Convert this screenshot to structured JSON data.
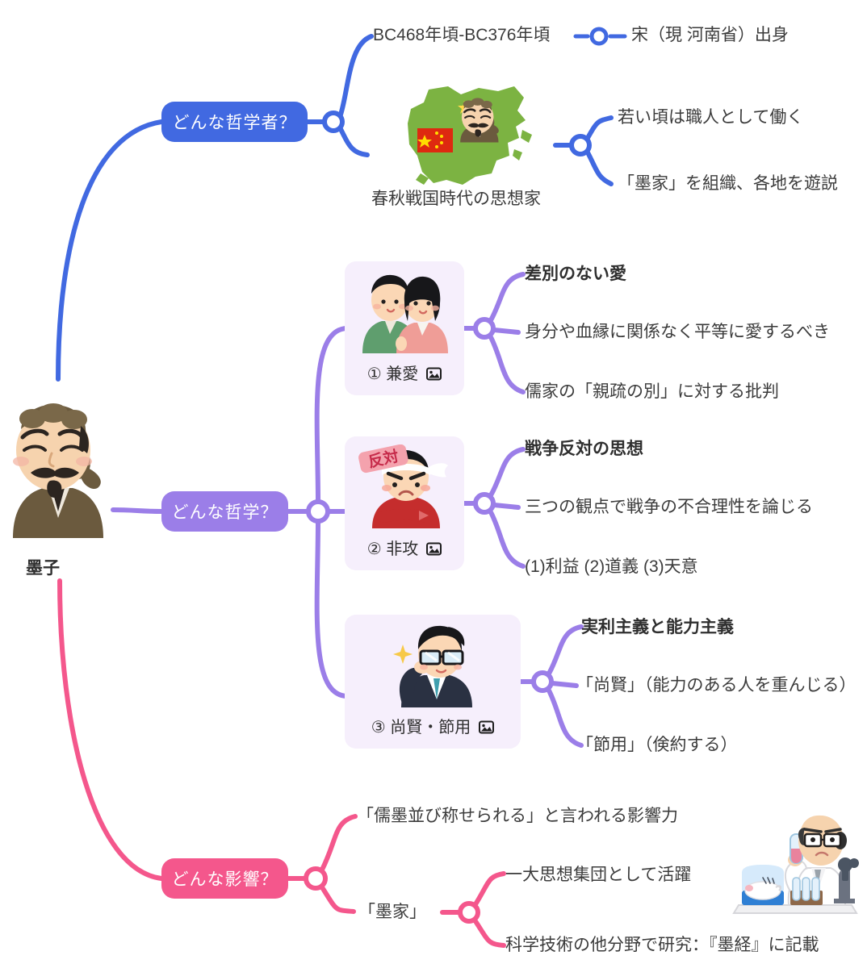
{
  "title": "墨子 マインドマップ",
  "center": {
    "label": "墨子",
    "portrait_icon": "philosopher-portrait-icon"
  },
  "colors": {
    "blue": "#4169e1",
    "purple": "#9b7ee8",
    "pink": "#f4578c",
    "card_bg": "#f6effc",
    "text": "#3b3b3b"
  },
  "branches": [
    {
      "id": "philosopher",
      "label": "どんな哲学者？",
      "color": "#4169e1",
      "items": [
        {
          "text": "BC468年頃-BC376年頃"
        },
        {
          "text": "宋（現 河南省）出身"
        },
        {
          "text": "春秋戦国時代の思想家"
        },
        {
          "text": "若い頃は職人として働く"
        },
        {
          "text": "「墨家」を組織、各地を遊説"
        }
      ]
    },
    {
      "id": "philosophy",
      "label": "どんな哲学？",
      "color": "#9b7ee8",
      "cards": [
        {
          "caption": "① 兼愛",
          "image_icon": "couple-illustration-icon",
          "badge_icon": "picture-icon",
          "leaves": [
            {
              "text": "差別のない愛",
              "bold": true
            },
            {
              "text": "身分や血縁に関係なく平等に愛するべき",
              "bold": false
            },
            {
              "text": "儒家の「親疏の別」に対する批判",
              "bold": false
            }
          ]
        },
        {
          "caption": "② 非攻",
          "image_icon": "protest-man-illustration-icon",
          "badge_icon": "picture-icon",
          "leaves": [
            {
              "text": "戦争反対の思想",
              "bold": true
            },
            {
              "text": "三つの観点で戦争の不合理性を論じる",
              "bold": false
            },
            {
              "text": "(1)利益  (2)道義  (3)天意",
              "bold": false
            }
          ]
        },
        {
          "caption": "③ 尚賢・節用",
          "image_icon": "smart-businessman-illustration-icon",
          "badge_icon": "picture-icon",
          "leaves": [
            {
              "text": "実利主義と能力主義",
              "bold": true
            },
            {
              "text": "「尚賢」（能力のある人を重んじる）",
              "bold": false
            },
            {
              "text": "「節用」（倹約する）",
              "bold": false
            }
          ]
        }
      ]
    },
    {
      "id": "influence",
      "label": "どんな影響？",
      "color": "#f4578c",
      "items": [
        {
          "text": "「儒墨並び称せられる」と言われる影響力"
        },
        {
          "text": "「墨家」"
        },
        {
          "text": "一大思想集団として活躍"
        },
        {
          "text": "科学技術の他分野で研究：『墨経』に記載"
        }
      ],
      "figure_icon": "scientist-lab-illustration-icon"
    }
  ]
}
